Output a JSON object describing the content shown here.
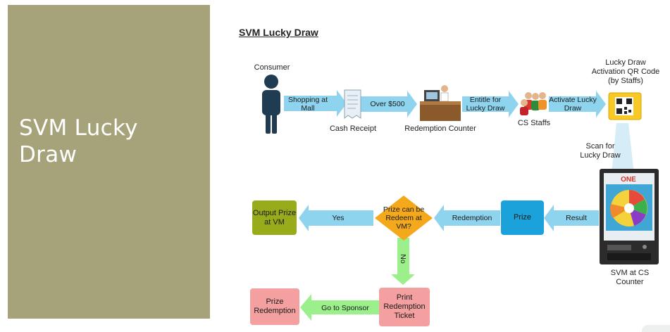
{
  "slide": {
    "side_title": "SVM Lucky Draw",
    "diagram_title": "SVM Lucky Draw"
  },
  "labels": {
    "consumer": "Consumer",
    "cash_receipt": "Cash Receipt",
    "redemption_counter": "Redemption Counter",
    "cs_staffs": "CS Staffs",
    "qr_code": "Lucky Draw Activation QR Code (by Staffs)",
    "scan": "Scan for Lucky Draw",
    "svm": "SVM at CS Counter"
  },
  "arrows": {
    "shopping": "Shopping at Mall",
    "over": "Over $500",
    "entitle": "Entitle for Lucky Draw",
    "activate": "Activate Lucky Draw",
    "result": "Result",
    "redemption": "Redemption",
    "yes": "Yes",
    "no": "No",
    "sponsor": "Go to Sponsor"
  },
  "nodes": {
    "output_prize": "Output Prize at VM",
    "decision": "Prize can be Redeem at VM?",
    "prize": "Prize",
    "print_ticket": "Print Redemption Ticket",
    "prize_redemption": "Prize Redemption"
  },
  "vm_brand": "ONE",
  "colors": {
    "panel": "#a6a279",
    "arrow_blue": "#8fd4ef",
    "arrow_green": "#9cf08c",
    "output_box": "#97ab1b",
    "decision": "#f4a81b",
    "prize_box": "#1ba2db",
    "ticket_box": "#f4a0a0"
  }
}
